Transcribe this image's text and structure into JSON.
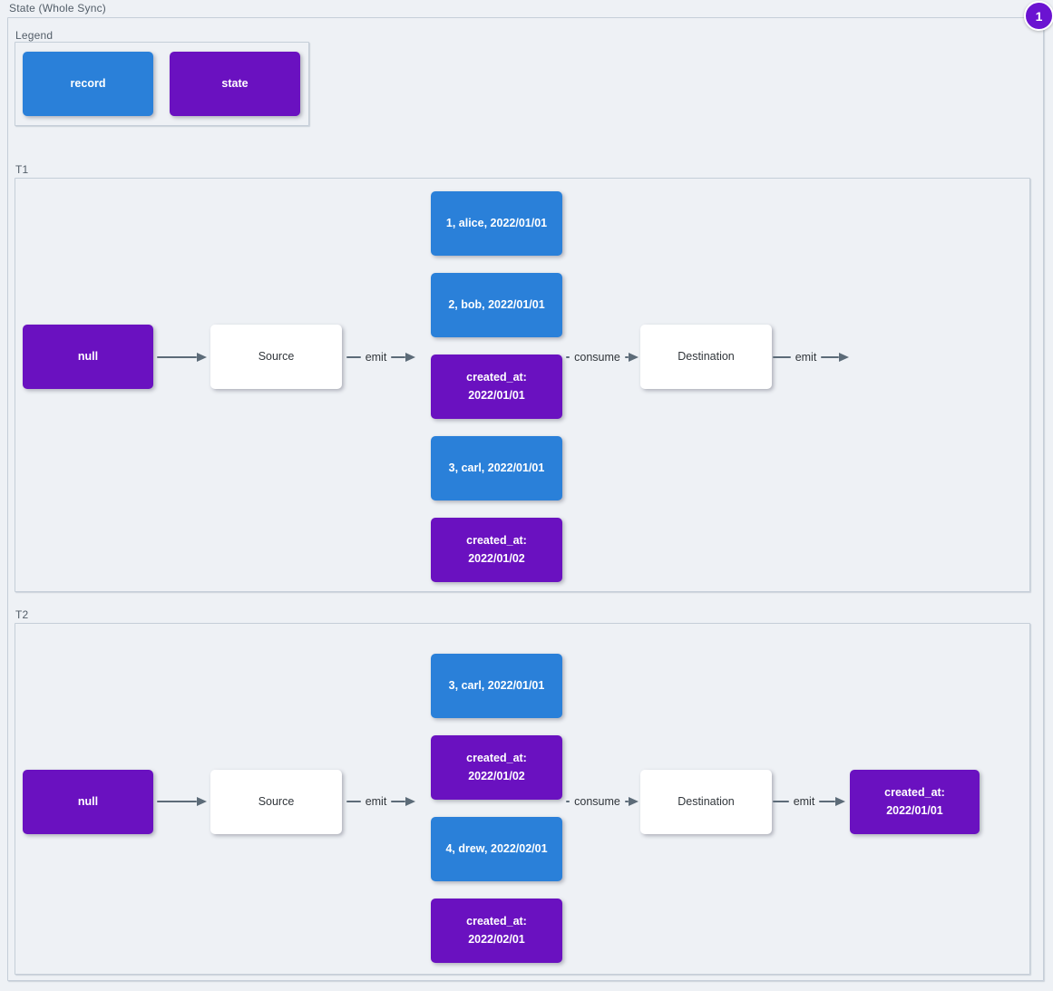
{
  "header": {
    "title": "State (Whole Sync)",
    "badge_count": "1"
  },
  "colors": {
    "record_blue": "#2a80d9",
    "state_purple": "#6a11c0",
    "badge_purple": "#6b13d1",
    "background": "#eef1f5",
    "container_border": "#c5ced8",
    "arrow_gray": "#5c6b78",
    "label_gray": "#525d68"
  },
  "legend": {
    "title": "Legend",
    "items": [
      {
        "type": "record",
        "label": "record"
      },
      {
        "type": "state",
        "label": "state"
      }
    ]
  },
  "t1": {
    "title": "T1",
    "nodes": {
      "initial_state": "null",
      "source": "Source",
      "destination": "Destination"
    },
    "stream": [
      {
        "type": "record",
        "label": "1, alice, 2022/01/01"
      },
      {
        "type": "record",
        "label": "2, bob, 2022/01/01"
      },
      {
        "type": "state",
        "label": "created_at:\n2022/01/01"
      },
      {
        "type": "record",
        "label": "3, carl, 2022/01/01"
      },
      {
        "type": "state",
        "label": "created_at:\n2022/01/02"
      }
    ],
    "edge_labels": {
      "emit_source": "emit",
      "consume": "consume",
      "emit_destination": "emit"
    }
  },
  "t2": {
    "title": "T2",
    "nodes": {
      "initial_state": "null",
      "source": "Source",
      "destination": "Destination",
      "final_state": "created_at:\n2022/01/01"
    },
    "stream": [
      {
        "type": "record",
        "label": "3, carl, 2022/01/01"
      },
      {
        "type": "state",
        "label": "created_at:\n2022/01/02"
      },
      {
        "type": "record",
        "label": "4, drew, 2022/02/01"
      },
      {
        "type": "state",
        "label": "created_at:\n2022/02/01"
      }
    ],
    "edge_labels": {
      "emit_source": "emit",
      "consume": "consume",
      "emit_destination": "emit"
    }
  }
}
